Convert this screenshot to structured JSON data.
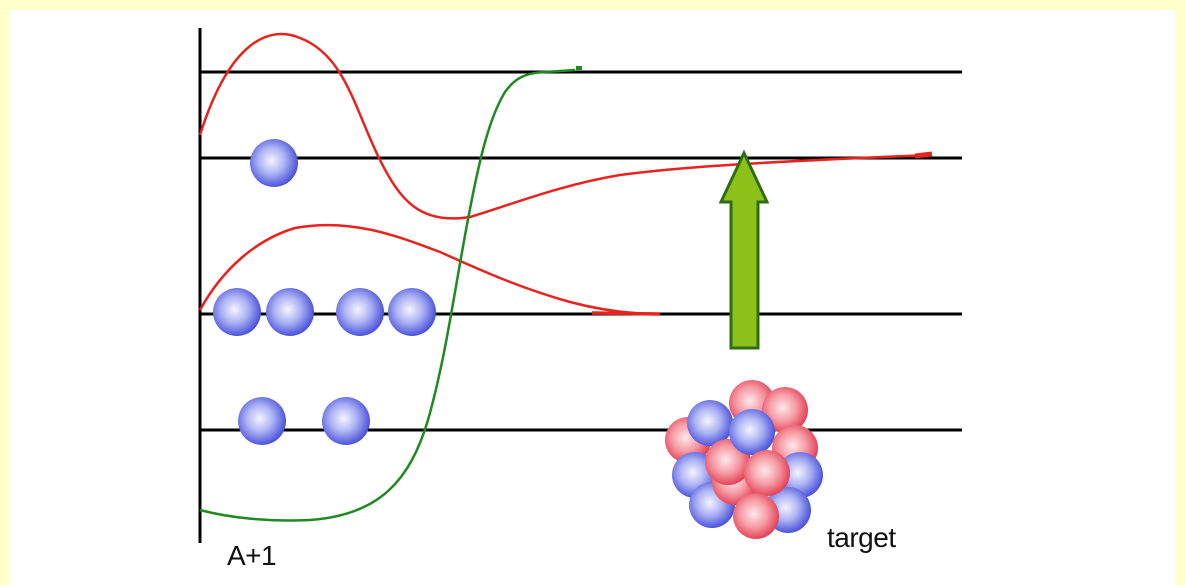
{
  "labels": {
    "projectile": "A+1",
    "target": "target"
  },
  "colors": {
    "page_border": "#ffffcc",
    "background": "#ffffff",
    "level_line": "#000000",
    "wavefunction_red": "#e8231e",
    "potential_green": "#1f8a1f",
    "arrow_fill": "#8cc11a",
    "arrow_stroke": "#2f6d12",
    "neutron": "#5a63e8",
    "proton": "#f0606e"
  },
  "icons": {
    "neutron": "blue-sphere",
    "proton": "red-sphere",
    "transfer_arrow": "up-arrow"
  }
}
